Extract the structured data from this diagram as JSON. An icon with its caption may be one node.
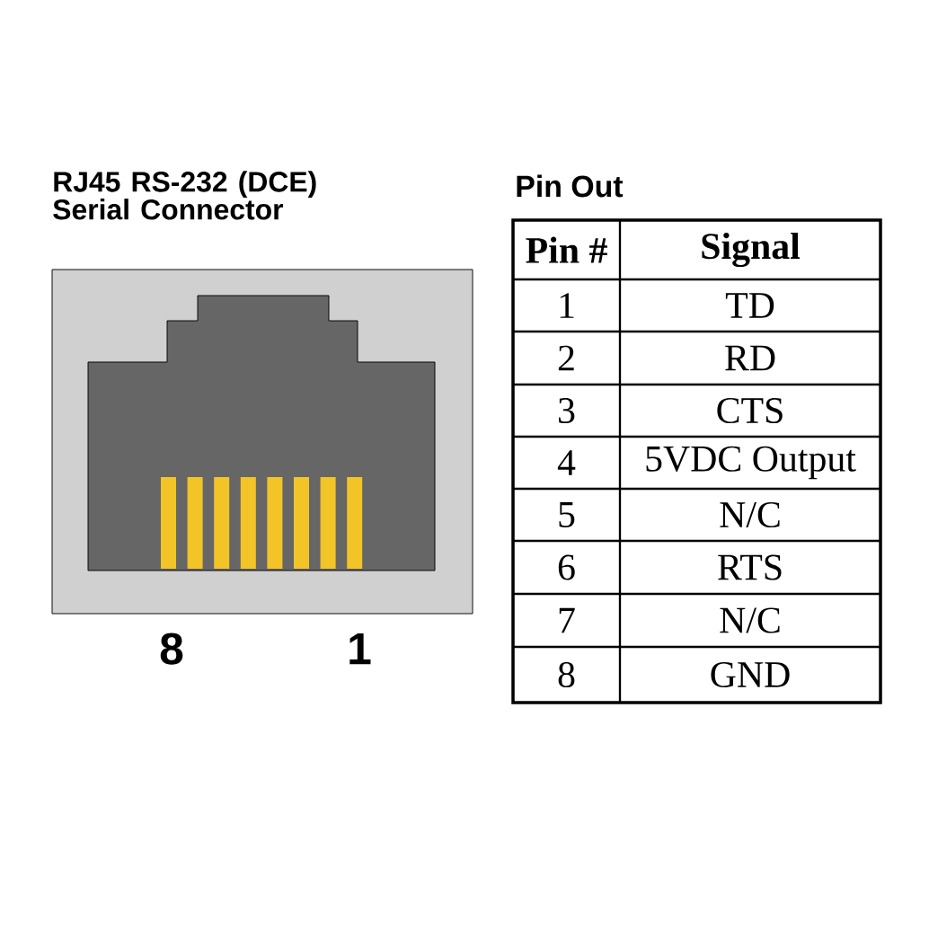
{
  "diagram": {
    "title": "RJ45 RS-232 (DCE) Serial Connector",
    "labels": [
      "8",
      "1",
      "Pin Out",
      "Pin #",
      "Signal",
      "1",
      "TD",
      "2",
      "RD",
      "3",
      "CTS",
      "4",
      "5VDC Output",
      "5",
      "N/C",
      "6",
      "RTS",
      "7",
      "N/C",
      "8",
      "GND"
    ]
  }
}
